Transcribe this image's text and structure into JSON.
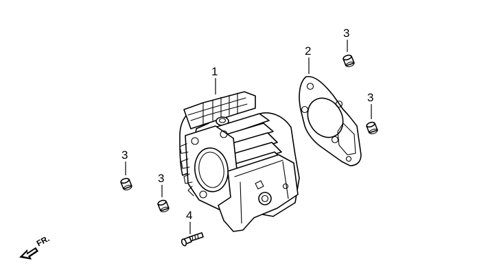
{
  "callouts": {
    "cylinder": "1",
    "gasket": "2",
    "dowel_upper_a": "3",
    "dowel_upper_b": "3",
    "dowel_lower_a": "3",
    "dowel_lower_b": "3",
    "bolt": "4"
  },
  "front_arrow": {
    "label": "FR."
  }
}
